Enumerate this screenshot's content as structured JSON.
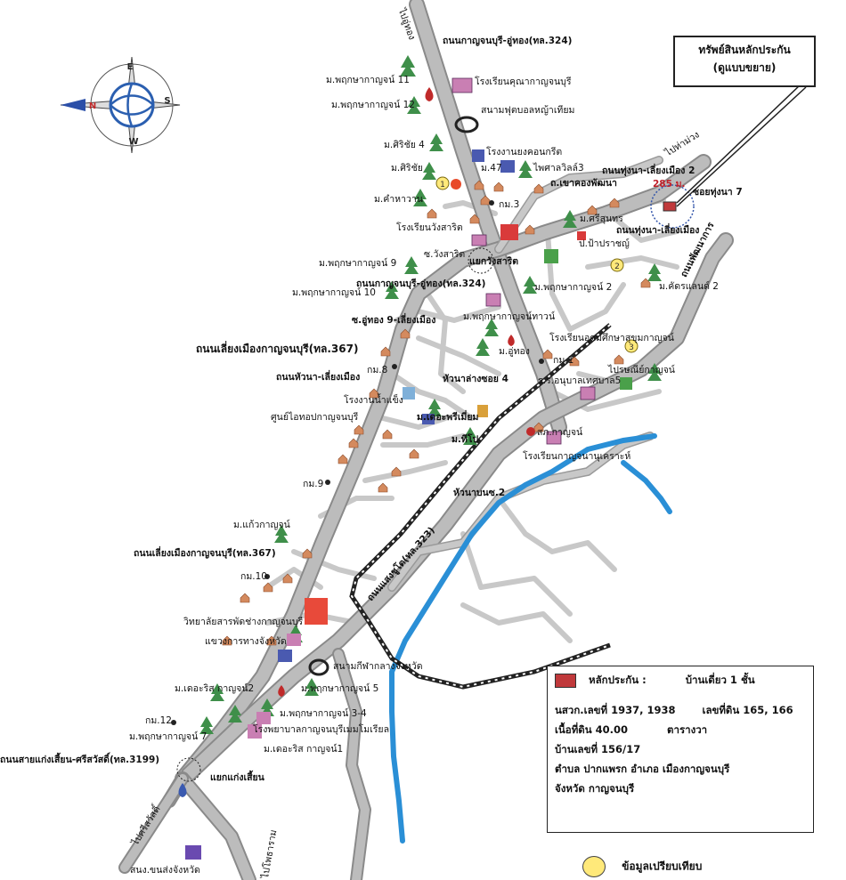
{
  "title": {
    "line1": "ทรัพย์สินหลักประกัน",
    "line2": "(ดูแบบขยาย)"
  },
  "compass": {
    "n": "N",
    "e": "E",
    "s": "S",
    "w": "W"
  },
  "subject_label": "285 ม.",
  "info": {
    "heading": "หลักประกัน :",
    "type": "บ้านเดี่ยว 1 ชั้น",
    "deed": "นสวก.เลขที่  1937, 1938",
    "land_no": "เลขที่ดิน    165, 166",
    "area": "เนื้อที่ดิน  40.00",
    "unit": "ตารางวา",
    "house_no": "บ้านเลขที่ 156/17",
    "location": "ตำบล  ปากแพรก    อำเภอ  เมืองกาญจนบุรี",
    "province": "จังหวัด  กาญจนบุรี"
  },
  "legend": {
    "compare": "ข้อมูลเปรียบเทียบ"
  },
  "comparables": [
    "1",
    "2",
    "3"
  ],
  "labels": {
    "to_uthong": "ไปอู่ทอง",
    "rd_324_top": "ถนนกาญจนบุรี-อู่ทอง(ทล.324)",
    "khunakanchana": "โรงเรียนคุณากาญจนบุรี",
    "stadium": "สนามฟุตบอลหญ้าเทียม",
    "pruksa11": "ม.พฤกษากาญจน์ 11",
    "pruksa12": "ม.พฤกษากาญจน์ 12",
    "sirichai4": "ม.ศิริชัย 4",
    "sirichai": "ม.ศิริชัย",
    "concrete": "โรงงานยงคอนกรีต",
    "b47": "ม.47",
    "paisan3": "ไพศาลวิลล์3",
    "khaokong": "ถ.เขาคองพัฒนา",
    "to_thamuang": "ไปท่าม่วง",
    "thungna_rd": "ถนนทุ่งนา-เลี่ยงเมือง 2",
    "soi_thungna7": "ซอยทุ่งนา 7",
    "kamhawan": "ม.คำหาวาน",
    "km3": "กม.3",
    "wangsarit_school": "โรงเรียนวังสาริต",
    "baan_sunee": "ม.ศรีสุนทร",
    "thungna_rd2": "ถนนทุ่งนา-เลี่ยงเมือง",
    "pancharat": "ป.ป้าปราชญ์",
    "pruksa9": "ม.พฤกษากาญจน์ 9",
    "soi_wangsarit": "ซ.วังสาริต",
    "yaek_wangsarit": "แยกวังสาริต",
    "rd_324_mid": "ถนนกาญจนบุรี-อู่ทอง(ทล.324)",
    "pruksa2": "ม.พฤกษากาญจน์ 2",
    "pruksa10": "ม.พฤกษากาญจน์ 10",
    "kachonland2": "ม.คัดรแลนด์ 2",
    "rd_pattana": "ถนนพัฒนาการ",
    "soi_uthong9": "ซ.อู่ทอง 9-เลี่ยงเมือง",
    "pruksa_town": "ม.พฤกษากาญจน์ทาวน์",
    "bypass367": "ถนนเลี่ยงเมืองกาญจนบุรี(ทล.367)",
    "school_udom": "โรงเรียนอุดมศึกษาสุขุมกาญจน์",
    "uthong": "ม.อู่ทอง",
    "km1": "กม.1",
    "km8": "กม.8",
    "huana_rd": "ถนนหัวนา-เลี่ยงเมือง",
    "hua_na_soi4": "หัวนาล่างซอย 4",
    "thesaban5": "ร.ร.อนุบาลเทศบาล5",
    "post_office": "ไปรษณีย์กาญจน์",
    "ice_factory": "โรงงานน้ำแข็ง",
    "ito_center": "ศูนย์ไอทอปกาญจนบุรี",
    "the_premium": "ม.เดอะพรีเมี่ยม",
    "b_ti": "ม.ทีโป",
    "sk": "สภ.กาญจน์",
    "school_kanchana": "โรงเรียนกาญจนานุเคราะห์",
    "km9": "กม.9",
    "huana_nsw2": "หัวนาบนซ.2",
    "kaeokanchan": "ม.แก้วกาญจน์",
    "bypass367_b": "ถนนเลี่ยงเมืองกาญจนบุรี(ทล.367)",
    "km10": "กม.10",
    "rd_323": "ถนนแสงชูโต(ทล.323)",
    "college": "วิทยาลัยสารพัดช่างกาญจนบุรี",
    "highways": "แขวงการทางจังหวัด",
    "stadium2": "สนามกีฬากลางจังหวัด",
    "pruksa5": "ม.พฤกษากาญจน์ 5",
    "dearis2": "ม.เดอะริส กาญจน์2",
    "pruksa34": "ม.พฤกษากาญจน์ 3-4",
    "km12": "กม.12",
    "pruksa7": "ม.พฤกษากาญจน์ 7",
    "hospital": "โรงพยาบาลกาญจนบุรีเมมโมเรียล",
    "dearis1": "ม.เดอะริส กาญจน์1",
    "rd_3199": "ถนนสายแก่งเสี้ยน-ศรีสวัสดิ์(ทล.3199)",
    "yaek_kaengsian": "แยกแก่งเสี้ยน",
    "to_srisawat": "ไปศรีสวัสดิ์",
    "to_phothong": "ไปโพธาราม",
    "transport_office": "สนง.ขนส่งจังหวัด"
  },
  "colors": {
    "road": "#b9b9b9",
    "road_edge": "#8a8a8a",
    "river": "#2a8fd6",
    "rail": "#222222",
    "tree": "#3f8f4a",
    "house": "#c9734a",
    "subject": "#c0393b",
    "comparable": "#ffe97a"
  }
}
